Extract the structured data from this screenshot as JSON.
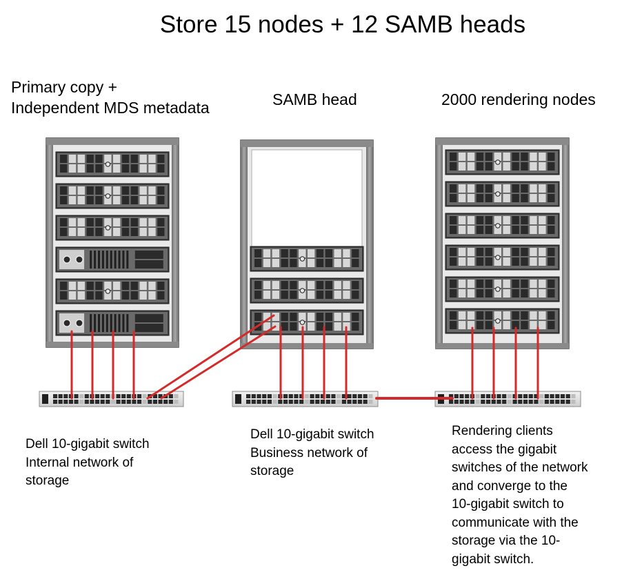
{
  "title": "Store 15 nodes + 12 SAMB heads",
  "racks": {
    "primary": {
      "label_lines": [
        "Primary copy +",
        "Independent MDS metadata"
      ]
    },
    "samb": {
      "label_lines": [
        "SAMB head"
      ]
    },
    "render": {
      "label_lines": [
        "2000 rendering nodes"
      ]
    }
  },
  "switches": {
    "internal": {
      "caption_lines": [
        "Dell 10-gigabit switch",
        "Internal network of",
        "storage"
      ]
    },
    "business": {
      "caption_lines": [
        "Dell 10-gigabit switch",
        "Business network of",
        "storage"
      ]
    },
    "clients": {
      "caption_lines": [
        "Rendering clients",
        "access the gigabit",
        "switches of the network",
        "and converge to the",
        "10-gigabit switch to",
        "communicate with the",
        "storage via the 10-",
        "gigabit switch."
      ]
    }
  },
  "colors": {
    "cable": "#d42a2a",
    "rack_frame": "#8c8c8c",
    "server": "#3c3c3c"
  },
  "icons": [
    "server-rack-icon",
    "network-switch-icon",
    "cable-icon"
  ]
}
